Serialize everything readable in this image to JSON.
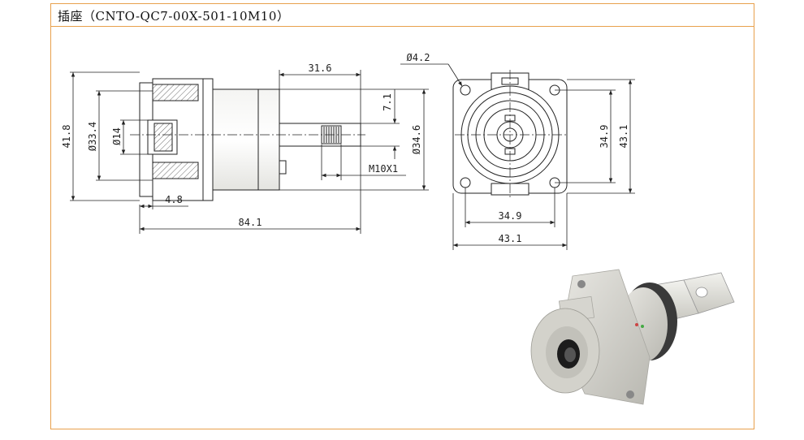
{
  "title": "插座（CNTO-QC7-00X-501-10M10）",
  "colors": {
    "frame_border": "#e8a04c",
    "line": "#222222",
    "housing": "#d9d8d3",
    "dark_ring": "#3a3a3a"
  },
  "dimensions": {
    "side_view": {
      "overall_height": "41.8",
      "flange_dia": "Ø33.4",
      "bore_dia": "Ø14",
      "flange_thickness": "4.8",
      "total_length": "84.1",
      "terminal_length": "31.6",
      "terminal_offset": "7.1",
      "body_dia": "Ø34.6",
      "thread": "M10X1"
    },
    "front_view": {
      "hole_dia": "Ø4.2",
      "hole_pitch_v": "34.9",
      "flange_height": "43.1",
      "hole_pitch_h": "34.9",
      "flange_width": "43.1"
    }
  },
  "icons": [
    "connector-3d-render-icon"
  ]
}
